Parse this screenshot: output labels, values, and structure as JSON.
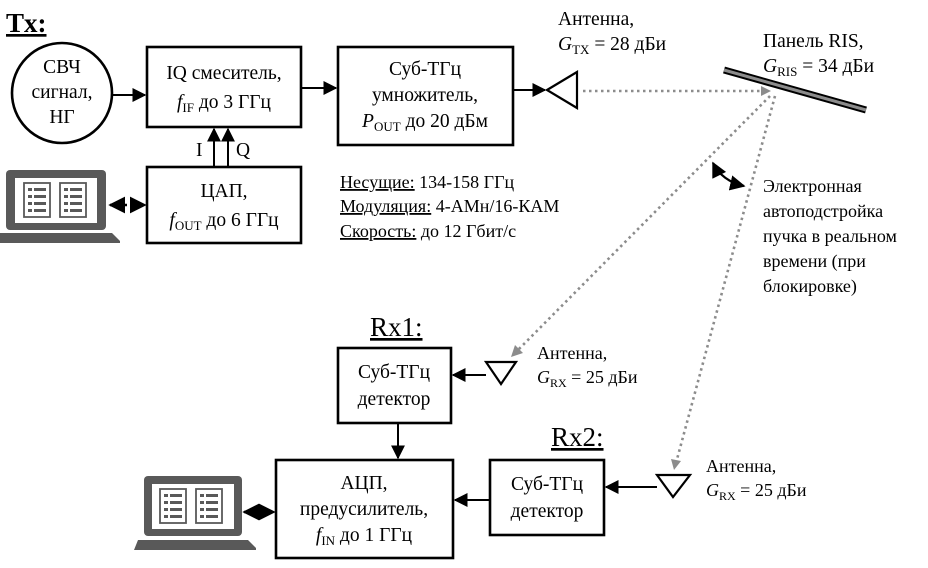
{
  "tx": {
    "heading": "Tx:",
    "source": [
      "СВЧ",
      "сигнал,",
      "НГ"
    ],
    "iq_mixer": {
      "line1": "IQ смеситель,",
      "var": "f",
      "sub": "IF",
      "rest": " до 3 ГГц"
    },
    "multiplier": {
      "line1": "Суб-ТГц",
      "line2": "умножитель,",
      "var": "P",
      "sub": "OUT",
      "rest": " до 20 дБм"
    },
    "dac": {
      "line1": "ЦАП,",
      "var": "f",
      "sub": "OUT",
      "rest": " до 6 ГГц"
    },
    "i_label": "I",
    "q_label": "Q",
    "antenna": {
      "title": "Антенна,",
      "var": "G",
      "sub": "TX",
      "rest": " = 28 дБи"
    }
  },
  "specs": [
    {
      "key": "Несущие:",
      "value": " 134-158 ГГц"
    },
    {
      "key": "Модуляция:",
      "value": " 4-АМн/16-КАМ"
    },
    {
      "key": "Скорость:",
      "value": " до 12 Гбит/с"
    }
  ],
  "ris": {
    "title": "Панель RIS,",
    "var": "G",
    "sub": "RIS",
    "rest": " = 34 дБи",
    "note": [
      "Электронная",
      "автоподстройка",
      "пучка в реальном",
      "времени (при",
      "блокировке)"
    ]
  },
  "rx1": {
    "heading": "Rx1:",
    "detector": [
      "Суб-ТГц",
      "детектор"
    ],
    "antenna": {
      "title": "Антенна,",
      "var": "G",
      "sub": "RX",
      "rest": " = 25 дБи"
    }
  },
  "rx2": {
    "heading": "Rx2:",
    "detector": [
      "Суб-ТГц",
      "детектор"
    ],
    "antenna": {
      "title": "Антенна,",
      "var": "G",
      "sub": "RX",
      "rest": " = 25 дБи"
    }
  },
  "adc": {
    "line1": "АЦП,",
    "line2": "предусилитель,",
    "var": "f",
    "sub": "IN",
    "rest": " до 1 ГГц"
  },
  "icons": {
    "tx_laptop": "laptop-icon",
    "rx_laptop": "laptop-icon",
    "antenna": "triangle-antenna-icon",
    "ris_panel": "ris-panel-icon"
  },
  "colors": {
    "beam": "#8c8c8c",
    "laptop": "#595959"
  }
}
